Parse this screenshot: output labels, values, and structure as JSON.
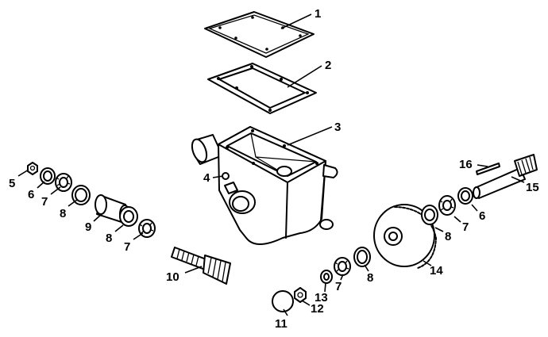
{
  "callouts": {
    "c1": "1",
    "c2": "2",
    "c3": "3",
    "c4": "4",
    "c5": "5",
    "c6_left": "6",
    "c7_left": "7",
    "c8_left": "8",
    "c9": "9",
    "c8_left_lower": "8",
    "c7_left_lower": "7",
    "c10": "10",
    "c11": "11",
    "c12": "12",
    "c13": "13",
    "c7_center": "7",
    "c8_center": "8",
    "c14": "14",
    "c16": "16",
    "c15": "15",
    "c6_right": "6",
    "c7_right": "7",
    "c8_right": "8"
  },
  "parts": [
    "cover-plate",
    "gasket",
    "gearbox-housing",
    "plug",
    "nut",
    "bearing-cup",
    "bearing-cone",
    "bearing-race",
    "spacer",
    "pinion-shaft",
    "cap",
    "lock-nut",
    "washer",
    "ring-gear",
    "output-shaft",
    "key"
  ]
}
